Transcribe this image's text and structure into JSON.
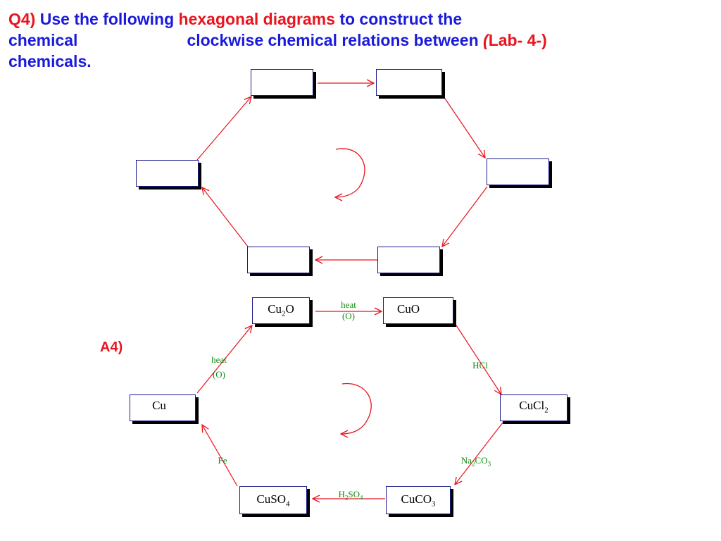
{
  "question": {
    "number": "Q4)",
    "line1_a": " Use the following ",
    "line1_b": "hexagonal diagrams",
    "line1_c": " to construct the",
    "line2_a": "chemical",
    "line2_b": "clockwise chemical relations between ",
    "line2_paren": "(",
    "line2_lab": "Lab- 4-)",
    "line3": "chemicals."
  },
  "answer_label": "A4)",
  "colors": {
    "question_blue": "#1a1adb",
    "highlight_red": "#e8141e",
    "arrow_red": "#e8141e",
    "reagent_green": "#118a11",
    "box_border": "#1a1a8c"
  },
  "answer_nodes": {
    "cu2o": {
      "main": "Cu",
      "sub": "2",
      "tail": "O"
    },
    "cuo": {
      "main": "CuO"
    },
    "cucl2": {
      "main": "CuCl",
      "sub": "2"
    },
    "cuco3": {
      "main": "CuCO",
      "sub": "3"
    },
    "cuso4": {
      "main": "CuSO",
      "sub": "4"
    },
    "cu": {
      "main": "Cu"
    }
  },
  "reagents": {
    "cu2o_to_cuo": {
      "line1": "heat",
      "line2": "(O)"
    },
    "cuo_to_cucl2": {
      "text": "HCl"
    },
    "cucl2_to_cuco3": {
      "main": "Na",
      "sub1": "2",
      "mid": "CO",
      "sub2": "3"
    },
    "cuco3_to_cuso4": {
      "main": "H",
      "sub1": "2",
      "mid": "SO",
      "sub2": "4"
    },
    "cuso4_to_cu": {
      "text": "Fe"
    },
    "cu_to_cu2o": {
      "line1": "heat",
      "line2": "(O)"
    }
  }
}
